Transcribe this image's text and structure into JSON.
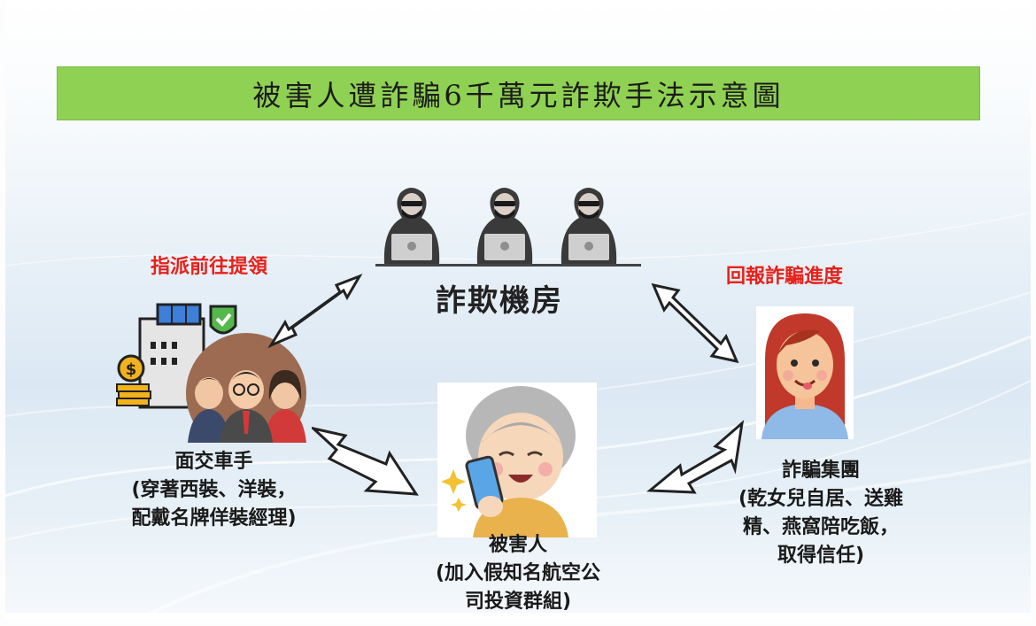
{
  "title": "被害人遭詐騙6千萬元詐欺手法示意圖",
  "nodes": {
    "hub": {
      "label": "詐欺機房",
      "icon": "hacker-group-icon"
    },
    "courier": {
      "label_line1": "面交車手",
      "label_line2": "(穿著西裝、洋裝，",
      "label_line3": "配戴名牌佯裝經理)",
      "icon": "business-team-icon"
    },
    "victim": {
      "label_line1": "被害人",
      "label_line2": "(加入假知名航空公",
      "label_line3": "司投資群組)",
      "icon": "elderly-woman-phone-icon"
    },
    "ring": {
      "label_line1": "詐騙集團",
      "label_line2": "(乾女兒自居、送雞",
      "label_line3": "精、燕窩陪吃飯，",
      "label_line4": "取得信任)",
      "icon": "young-woman-icon"
    }
  },
  "edges": {
    "hub_courier": "指派前往提領",
    "ring_hub": "回報詐騙進度"
  },
  "colors": {
    "title_bg": "#8fd152",
    "edge_label": "#e8201a",
    "text": "#1a1a1a"
  }
}
